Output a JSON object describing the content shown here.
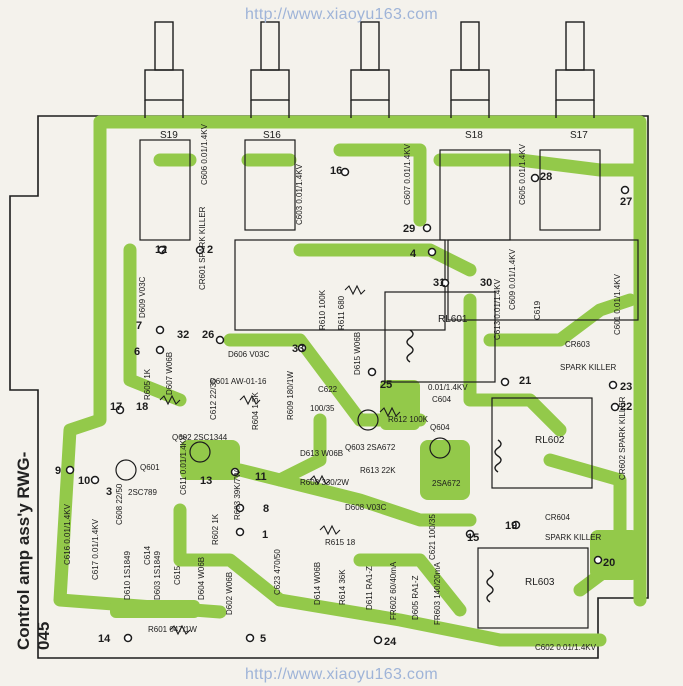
{
  "watermark_top": "http://www.xiaoyu163.com",
  "watermark_bottom": "http://www.xiaoyu163.com",
  "side_title": "Control amp ass'y   RWG-045",
  "colors": {
    "trace": "#93c94a",
    "board": "#f4f2ec",
    "ink": "#1c1c1c",
    "watermark": "#9fb4d8"
  },
  "switches": [
    "S19",
    "S16",
    "S18",
    "S17"
  ],
  "relays": [
    "RL601",
    "RL602",
    "RL603"
  ],
  "pads": [
    "1",
    "2",
    "3",
    "4",
    "5",
    "6",
    "7",
    "8",
    "9",
    "10",
    "11",
    "12",
    "13",
    "14",
    "15",
    "16",
    "17",
    "18",
    "19",
    "20",
    "21",
    "22",
    "23",
    "24",
    "25",
    "26",
    "27",
    "28",
    "29",
    "30",
    "31",
    "32",
    "33"
  ],
  "components": [
    "C606 0.01/1.4KV",
    "C603 0.01/1.4KV",
    "C607 0.01/1.4KV",
    "C605 0.01/1.4KV",
    "CR601 SPARK KILLER",
    "D609 V03C",
    "R610 100K",
    "R611 680",
    "D615 W06B",
    "C613 0.01/1.4KV",
    "C609 0.01/1.4KV",
    "C619",
    "C601 0.01/1.4KV",
    "CR603",
    "SPARK KILLER",
    "D606 V03C",
    "D601 AW-01-16",
    "D607 W06B",
    "C622 100/35",
    "C604 0.01/1.4KV",
    "R605 1K",
    "C612 22/35",
    "R604 1.5K",
    "R609 180/1W",
    "R612 100K",
    "Q602 2SC1344",
    "Q603 2SA672",
    "Q604 2SA672",
    "D613 W06B",
    "R613 22K",
    "CR602 SPARK KILLER",
    "Q601 2SC789",
    "C611 0.01/1.4KV",
    "R608 330/2W",
    "C608 22/50",
    "R603 39K/7W",
    "D608 V03C",
    "R602 1K",
    "R615 18",
    "CR604 SPARK KILLER",
    "C616 0.01/1.4KV",
    "C617 0.01/1.4KV",
    "D610 1S1849",
    "D603 1S1849",
    "C614",
    "C615",
    "D604 W06B",
    "D602 W06B",
    "C621 100/35",
    "C623 470/50",
    "D614 W06B",
    "R614 36K",
    "D611 RA1-Z",
    "FR602 60/40mA",
    "D605 RA1-Z",
    "FR603 140/20mA",
    "C602 0.01/1.4KV",
    "R601 047/1W"
  ]
}
